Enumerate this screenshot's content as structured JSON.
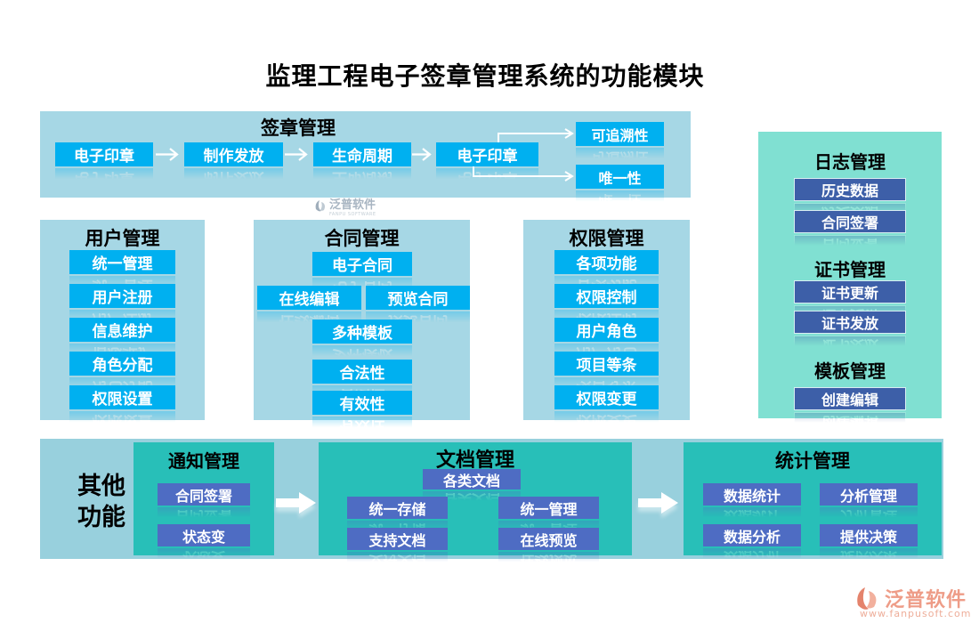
{
  "title": "监理工程电子签章管理系统的功能模块",
  "signature_panel": {
    "header": "签章管理",
    "flow": [
      "电子印章",
      "制作发放",
      "生命周期",
      "电子印章"
    ],
    "branches": [
      "可追溯性",
      "唯一性"
    ]
  },
  "user_panel": {
    "header": "用户管理",
    "items": [
      "统一管理",
      "用户注册",
      "信息维护",
      "角色分配",
      "权限设置"
    ]
  },
  "contract_panel": {
    "header": "合同管理",
    "primary": "电子合同",
    "pair": [
      "在线编辑",
      "预览合同"
    ],
    "items": [
      "多种模板",
      "合法性",
      "有效性"
    ]
  },
  "permission_panel": {
    "header": "权限管理",
    "items": [
      "各项功能",
      "权限控制",
      "用户角色",
      "项目等条",
      "权限变更"
    ]
  },
  "side_panel": {
    "log": {
      "header": "日志管理",
      "items": [
        "历史数据",
        "合同签署"
      ]
    },
    "cert": {
      "header": "证书管理",
      "items": [
        "证书更新",
        "证书发放"
      ]
    },
    "template": {
      "header": "模板管理",
      "items": [
        "创建编辑"
      ]
    }
  },
  "bottom_panel": {
    "label": "其他功能",
    "notice": {
      "header": "通知管理",
      "items": [
        "合同签署",
        "状态变"
      ]
    },
    "document": {
      "header": "文档管理",
      "primary": "各类文档",
      "grid": [
        "统一存储",
        "统一管理",
        "支持文档",
        "在线预览"
      ]
    },
    "statistics": {
      "header": "统计管理",
      "grid": [
        "数据统计",
        "分析管理",
        "数据分析",
        "提供决策"
      ]
    }
  },
  "watermark": {
    "name": "泛普软件",
    "subtitle": "FANPU SOFTWARE"
  },
  "logo": {
    "name": "泛普软件",
    "website": "www.fanpusoft.com"
  },
  "colors": {
    "cyan_button": "#00b0f0",
    "light_blue_panel": "#a6d7e5",
    "bottom_panel": "#98d0dd",
    "mint_panel": "#80e0d2",
    "navy_button": "#3d5fa8",
    "teal_box": "#28bfb8",
    "indigo_button": "#4e6cc3",
    "logo_text": "#ee9c87"
  }
}
